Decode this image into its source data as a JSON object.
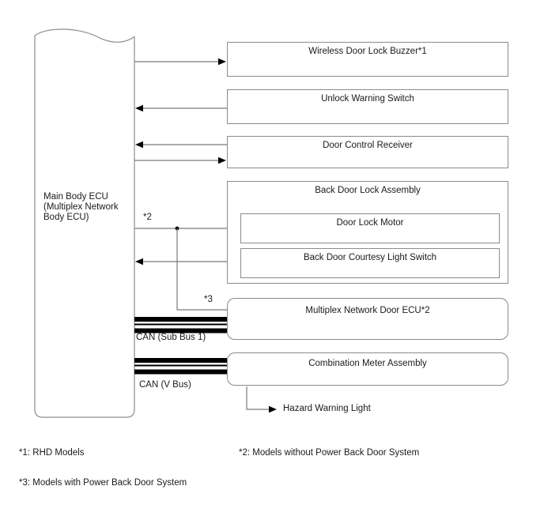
{
  "diagram": {
    "title_hint": "Body ECU system wiring diagram",
    "ecu": {
      "label": "Main Body ECU\n(Multiplex Network\nBody ECU)"
    },
    "boxes": {
      "wireless_buzzer": "Wireless Door Lock Buzzer*1",
      "unlock_warning": "Unlock Warning Switch",
      "door_control_receiver": "Door Control Receiver",
      "back_door_lock_assembly": "Back Door Lock Assembly",
      "door_lock_motor": "Door Lock Motor",
      "back_door_courtesy_light_switch": "Back Door Courtesy Light Switch",
      "multiplex_network_door_ecu": "Multiplex Network Door ECU*2",
      "combination_meter_assembly": "Combination Meter Assembly"
    },
    "labels": {
      "note2_marker": "*2",
      "note3_marker": "*3",
      "can_sub_bus": "CAN (Sub Bus 1)",
      "can_v_bus": "CAN (V Bus)",
      "hazard": "Hazard Warning Light"
    },
    "footnotes": [
      "*1: RHD Models",
      "*2: Models without Power Back Door System",
      "*3: Models with Power Back Door System"
    ],
    "colors": {
      "wire": "#7b7b7b",
      "border": "#8c8c8c",
      "bus": "#000000",
      "arrow": "#000000",
      "text": "#1a1a1a"
    }
  }
}
